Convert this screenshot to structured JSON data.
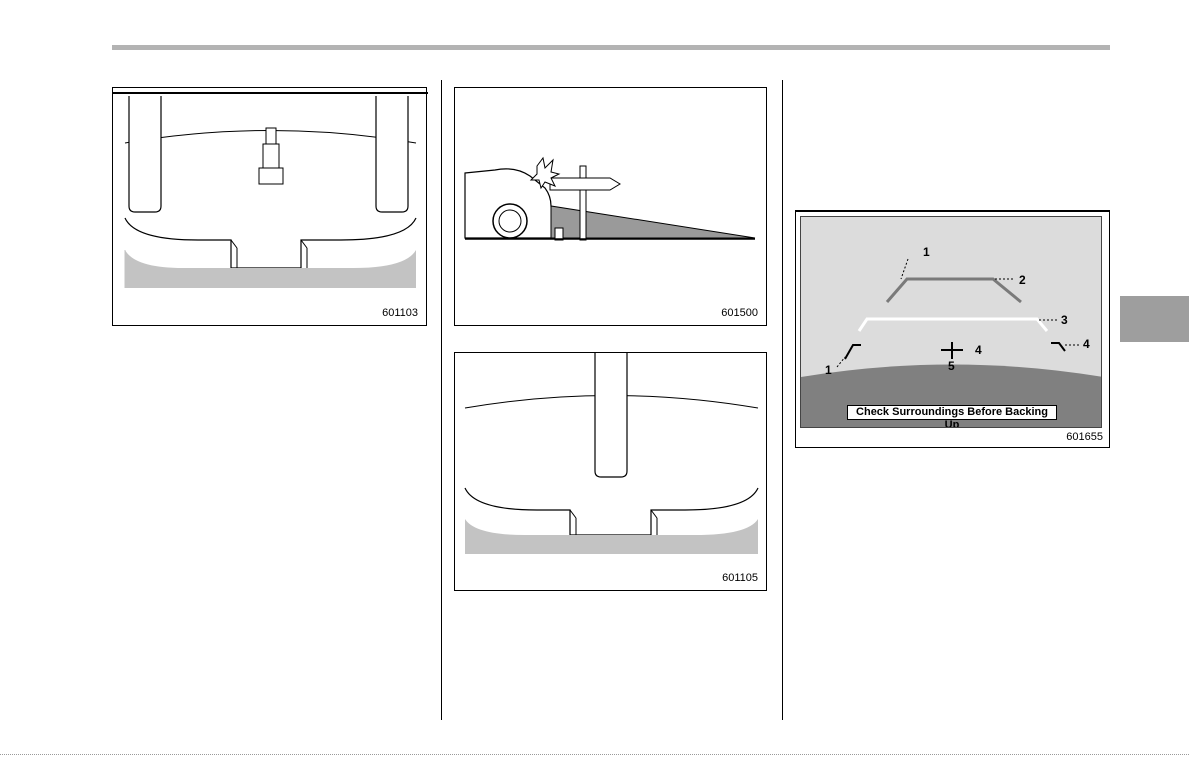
{
  "figures": {
    "fig1": {
      "code": "601103"
    },
    "fig2": {
      "code": "601500"
    },
    "fig3": {
      "code": "601105"
    },
    "camera": {
      "code": "601655",
      "warning_text": "Check Surroundings Before Backing Up",
      "callouts": {
        "c1_top": "1",
        "c2": "2",
        "c3": "3",
        "c4_center": "4",
        "c4_right": "4",
        "c5": "5",
        "c1_left": "1"
      },
      "colors": {
        "screen_bg": "#dcdcdc",
        "ground": "#808080",
        "guide_far": "#7a7a7a",
        "guide_near": "#ffffff"
      }
    }
  },
  "side_tab_color": "#9e9e9e",
  "rule_color": "#b3b3b3"
}
